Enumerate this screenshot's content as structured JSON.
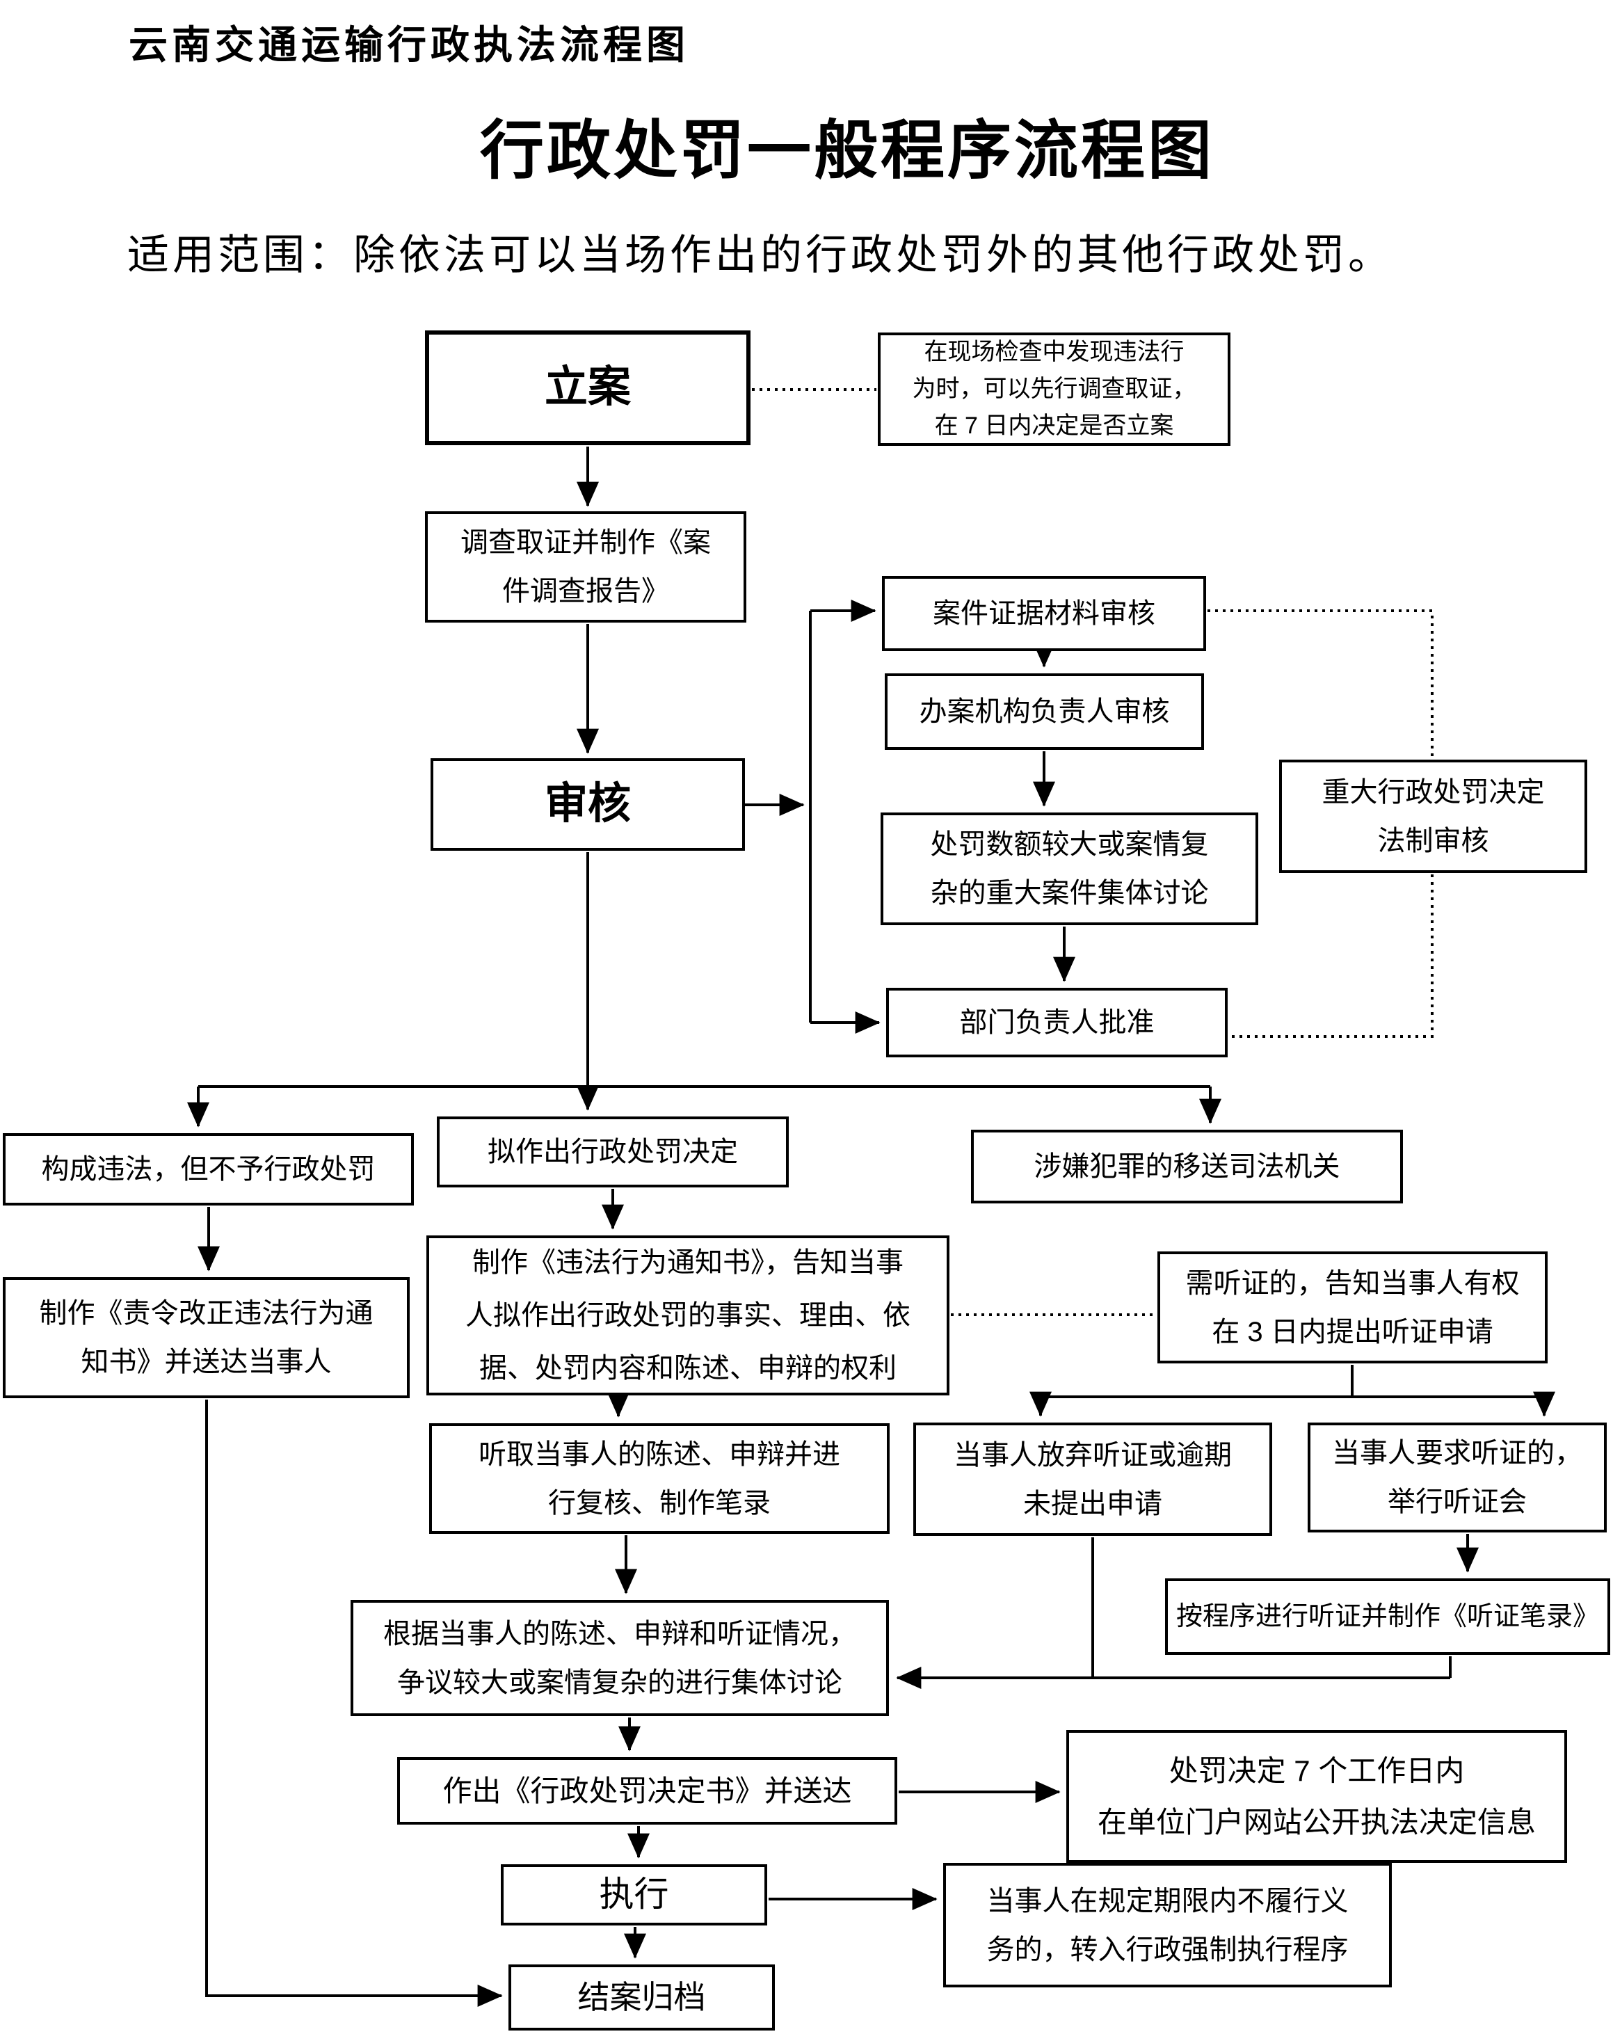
{
  "page": {
    "doc_header": "云南交通运输行政执法流程图",
    "title": "行政处罚一般程序流程图",
    "scope": "适用范围：除依法可以当场作出的行政处罚外的其他行政处罚。"
  },
  "flow": {
    "nodes": {
      "li_an": "立案",
      "site_note": "在现场检查中发现违法行\n为时，可以先行调查取证，\n在 7 日内决定是否立案",
      "investigate": "调查取证并制作《案\n件调查报告》",
      "evidence_review": "案件证据材料审核",
      "agency_head_review": "办案机构负责人审核",
      "shen_he": "审核",
      "collective_discussion": "处罚数额较大或案情复\n杂的重大案件集体讨论",
      "legal_review": "重大行政处罚决定\n法制审核",
      "dept_head_approval": "部门负责人批准",
      "no_penalty": "构成违法，但不予行政处罚",
      "draft_decision": "拟作出行政处罚决定",
      "transfer_judicial": "涉嫌犯罪的移送司法机关",
      "order_correction": "制作《责令改正违法行为通\n知书》并送达当事人",
      "notice_illegal": "制作《违法行为通知书》，告知当事\n人拟作出行政处罚的事实、理由、依\n据、处罚内容和陈述、申辩的权利",
      "hearing_notice": "需听证的，告知当事人有权\n在 3 日内提出听证申请",
      "listen_statement": "听取当事人的陈述、申辩并进\n行复核、制作笔录",
      "waive_hearing": "当事人放弃听证或逾期\n未提出申请",
      "request_hearing": "当事人要求听证的，\n举行听证会",
      "conduct_hearing": "按程序进行听证并制作《听证笔录》",
      "group_discussion": "根据当事人的陈述、申辩和听证情况，\n争议较大或案情复杂的进行集体讨论",
      "make_decision": "作出《行政处罚决定书》并送达",
      "publish_decision": "处罚决定 7 个工作日内\n在单位门户网站公开执法决定信息",
      "zhi_xing": "执行",
      "enforce": "当事人在规定期限内不履行义\n务的，转入行政强制执行程序",
      "close_case": "结案归档"
    }
  }
}
